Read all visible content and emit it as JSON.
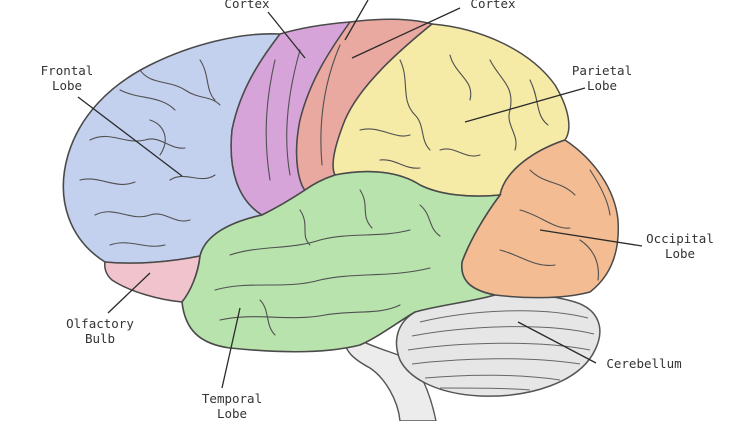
{
  "labels": {
    "motor_cortex": {
      "line2": "Cortex"
    },
    "sensory_cortex": {
      "line2": "Cortex"
    },
    "frontal": {
      "line1": "Frontal",
      "line2": "Lobe"
    },
    "parietal": {
      "line1": "Parietal",
      "line2": "Lobe"
    },
    "occipital": {
      "line1": "Occipital",
      "line2": "Lobe"
    },
    "olfactory": {
      "line1": "Olfactory",
      "line2": "Bulb"
    },
    "temporal": {
      "line1": "Temporal",
      "line2": "Lobe"
    },
    "cerebellum": {
      "line1": "Cerebellum"
    }
  },
  "colors": {
    "frontal": "#c3d0ee",
    "motor": "#d6a4d9",
    "sensory": "#e9a8a0",
    "parietal": "#f5eaa6",
    "occipital": "#f4bc93",
    "temporal": "#b8e3ad",
    "olfactory": "#f1c3cd",
    "cerebellum": "#e6e6e6",
    "brainstem": "#ececec",
    "outline": "#4a4a4a",
    "leader": "#2b2b2b"
  }
}
